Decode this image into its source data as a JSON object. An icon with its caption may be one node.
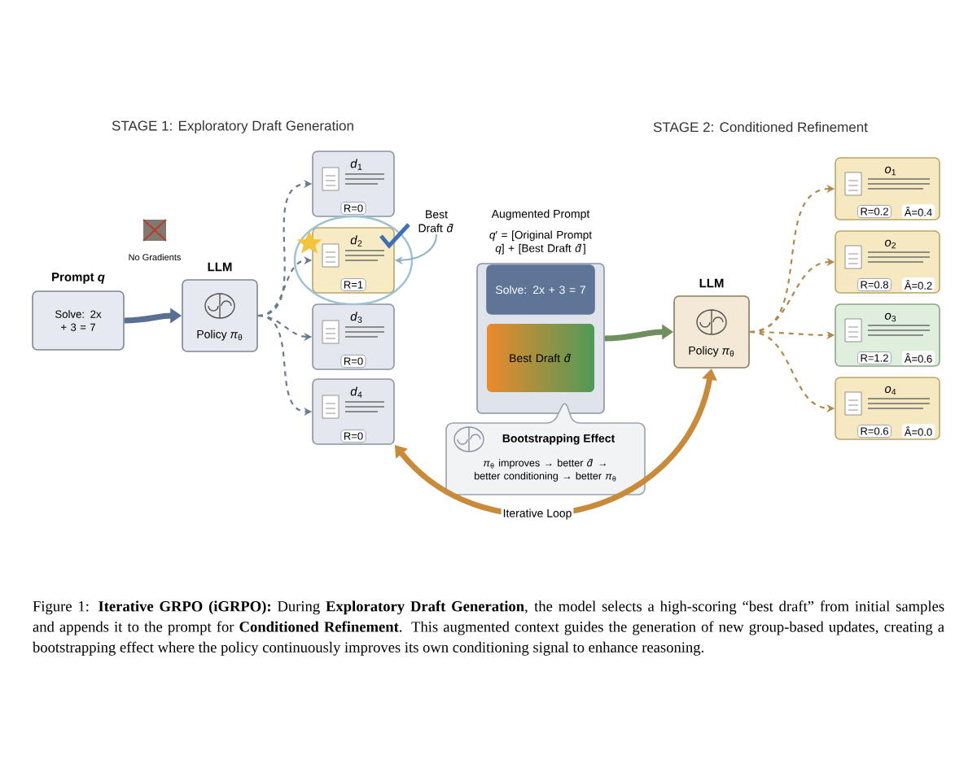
{
  "diagram": {
    "caption": "Figure 1: **Iterative GRPO (iGRPO):** During **Exploratory Draft Generation**, the model selects a high-scoring “best draft” from initial samples and appends it to the prompt for **Conditioned Refinement**. This augmented context guides the generation of new group-based updates, creating a bootstrapping effect where the policy continuously improves its own conditioning signal to enhance reasoning.",
    "nodes": [
      {
        "text": [
          "Prompt *q*",
          "Solve: 2x + 3 = 7"
        ]
      },
      {
        "text": [
          "LLM",
          "Policy *π*$_{θ}$"
        ]
      },
      {
        "text": [
          "*d*$_{1}$",
          "R=0"
        ]
      },
      {
        "text": [
          "*d*$_{2}$",
          "R=1"
        ]
      },
      {
        "text": [
          "*d*$_{3}$",
          "R=0"
        ]
      },
      {
        "text": [
          "*d*$_{4}$",
          "R=0"
        ]
      },
      {
        "text": [
          "Best Draft *d̂*"
        ]
      },
      {
        "text": [
          "Augmented Prompt",
          "*q*′ = [Original Prompt *q*] + [Best Draft *d̂*]"
        ]
      },
      {
        "text": [
          "Solve: 2x + 3 = 7"
        ],
        "in": 7
      },
      {
        "text": [
          "Best Draft *d̂*"
        ],
        "in": 7
      },
      {
        "text": [
          "Bootstrapping Effect",
          "*π*$_{θ}$ improves → better *d̂* → better conditioning → better *π*$_{θ}$"
        ]
      },
      {
        "text": [
          "LLM",
          "Policy *π*$_{θ}$"
        ]
      },
      {
        "text": [
          "*o*$_{1}$",
          "R=0.2",
          "Â=0.4"
        ]
      },
      {
        "text": [
          "*o*$_{2}$",
          "R=0.8",
          "Â=0.2"
        ]
      },
      {
        "text": [
          "*o*$_{3}$",
          "R=1.2",
          "Â=0.6"
        ]
      },
      {
        "text": [
          "*o*$_{4}$",
          "R=0.6",
          "Â=0.0"
        ]
      }
    ],
    "edges": [
      {
        "from": 0,
        "to": 1,
        "arrow": "to",
        "style": "thick",
        "color": "#5a6f93"
      },
      {
        "from": 1,
        "to": 2,
        "arrow": "to",
        "style": "dashed"
      },
      {
        "from": 1,
        "to": 3,
        "arrow": "to",
        "style": "dashed"
      },
      {
        "from": 1,
        "to": 4,
        "arrow": "to",
        "style": "dashed"
      },
      {
        "from": 1,
        "to": 5,
        "arrow": "to",
        "style": "dashed"
      },
      {
        "from": 6,
        "to": 3,
        "arrow": "to",
        "color": "#8fb3c2"
      },
      {
        "from": 7,
        "to": 11,
        "arrow": "to",
        "style": "thick",
        "color": "#6f8f5f"
      },
      {
        "from": 11,
        "to": 12,
        "arrow": "to",
        "style": "dashed",
        "color": "#b08a4a"
      },
      {
        "from": 11,
        "to": 13,
        "arrow": "to",
        "style": "dashed",
        "color": "#b08a4a"
      },
      {
        "from": 11,
        "to": 14,
        "arrow": "to",
        "style": "dashed",
        "color": "#b08a4a"
      },
      {
        "from": 11,
        "to": 15,
        "arrow": "to",
        "style": "dashed",
        "color": "#b08a4a"
      },
      {
        "from": 5,
        "to": 11,
        "arrow": "both",
        "style": "thick",
        "color": "#c98a3a",
        "label": "Iterative Loop"
      }
    ],
    "labels": [
      "STAGE 1: Exploratory Draft Generation",
      "No Gradients",
      "STAGE 2: Conditioned Refinement"
    ]
  }
}
